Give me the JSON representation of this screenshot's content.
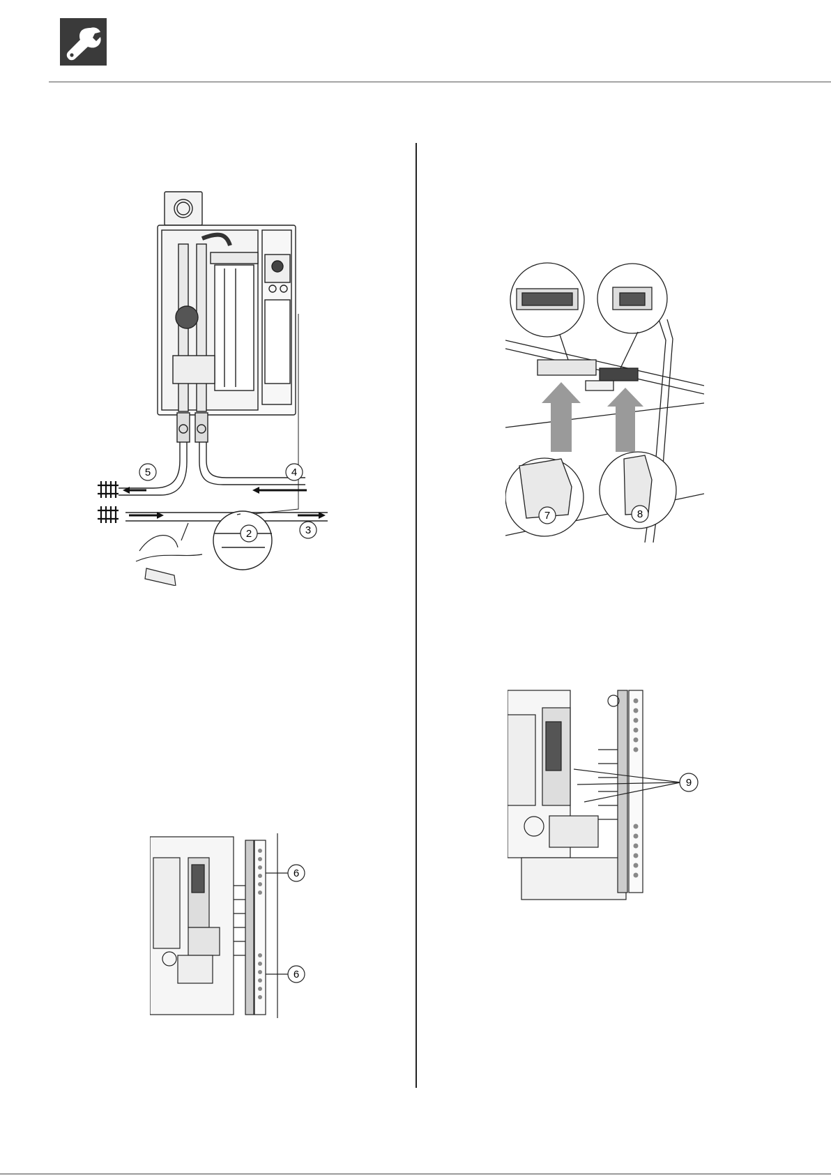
{
  "header": {
    "icon": "wrench-icon"
  },
  "figures": {
    "installation": {
      "callouts": [
        "2",
        "3",
        "4",
        "5"
      ]
    },
    "plugs": {
      "callouts": [
        "7",
        "8"
      ]
    },
    "terminals_left": {
      "callouts": [
        "6",
        "6"
      ]
    },
    "terminals_right": {
      "callouts": [
        "9"
      ]
    }
  }
}
